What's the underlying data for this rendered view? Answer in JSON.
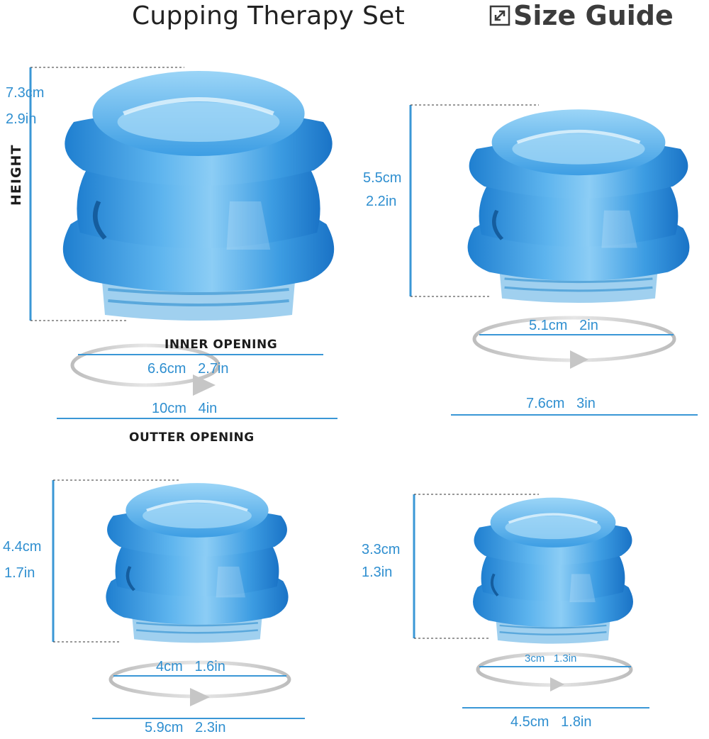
{
  "header": {
    "title": "Cupping Therapy Set",
    "guide_label": "Size Guide",
    "guide_icon": "expand-icon"
  },
  "labels": {
    "height": "HEIGHT",
    "inner_opening": "INNER OPENING",
    "outer_opening": "OUTTER OPENING"
  },
  "cups": [
    {
      "height_cm": "7.3cm",
      "height_in": "2.9in",
      "inner": "6.6cm   2.7in",
      "outer": "10cm   4in"
    },
    {
      "height_cm": "5.5cm",
      "height_in": "2.2in",
      "inner": "5.1cm   2in",
      "outer": "7.6cm   3in"
    },
    {
      "height_cm": "4.4cm",
      "height_in": "1.7in",
      "inner": "4cm   1.6in",
      "outer": "5.9cm   2.3in"
    },
    {
      "height_cm": "3.3cm",
      "height_in": "1.3in",
      "inner": "3cm   1.3in",
      "outer": "4.5cm   1.8in"
    }
  ],
  "colors": {
    "cup": "#2f8fd8",
    "cup_light": "#7fc3f0",
    "measure_text": "#2f8fd0",
    "measure_line": "#3a97d6",
    "ring": "#c8c8c8"
  }
}
